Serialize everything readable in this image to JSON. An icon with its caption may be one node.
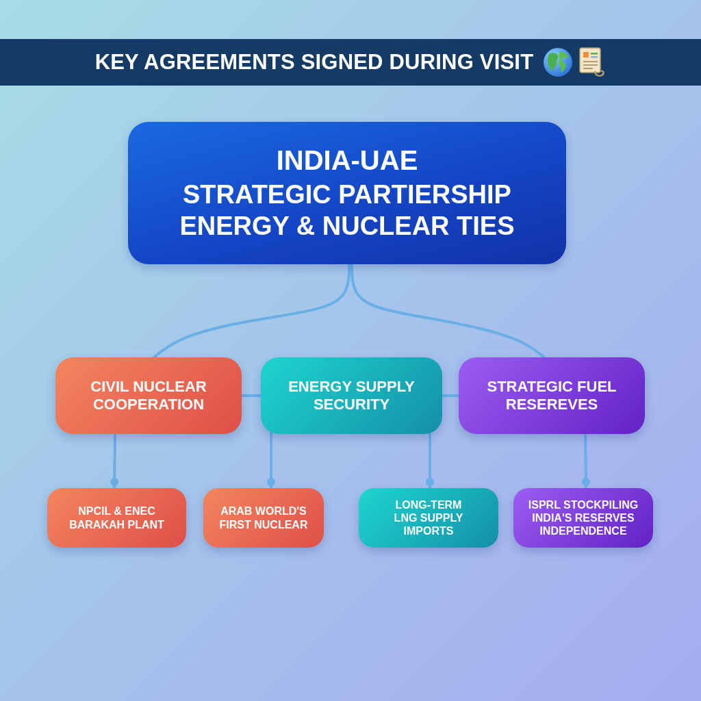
{
  "diagram": {
    "title": "KEY AGREEMENTS SIGNED DURING VISIT",
    "nodes": [
      {
        "text": [
          "INDIA-UAE",
          "STRATEGIC PARTIERSHIP ENERGY & NUCLEAR TIES"
        ]
      },
      {
        "text": [
          "CIVIL NUCLEAR COOPERATION"
        ]
      },
      {
        "text": [
          "ENERGY SUPPLY SECURITY"
        ]
      },
      {
        "text": [
          "STRATEGIC FUEL RESEREVES"
        ]
      },
      {
        "text": [
          "NPCIL & ENEC BARAKAH PLANT"
        ]
      },
      {
        "text": [
          "ARAB WORLD'S FIRST NUCLEAR"
        ]
      },
      {
        "text": [
          "LONG-TERM LNG SUPPLY IMPORTS"
        ]
      },
      {
        "text": [
          "ISPRL STOCKPILING INDIA'S RESERVES INDEPENDENCE"
        ]
      }
    ],
    "edges": [
      {
        "from": 0,
        "to": 1,
        "arrow": "none"
      },
      {
        "from": 0,
        "to": 3,
        "arrow": "none"
      },
      {
        "from": 1,
        "to": 2,
        "arrow": "none"
      },
      {
        "from": 2,
        "to": 3,
        "arrow": "none"
      },
      {
        "from": 1,
        "to": 4,
        "arrow": "other"
      },
      {
        "from": 2,
        "to": 5,
        "arrow": "other"
      },
      {
        "from": 2,
        "to": 6,
        "arrow": "other"
      },
      {
        "from": 3,
        "to": 7,
        "arrow": "other"
      }
    ]
  }
}
